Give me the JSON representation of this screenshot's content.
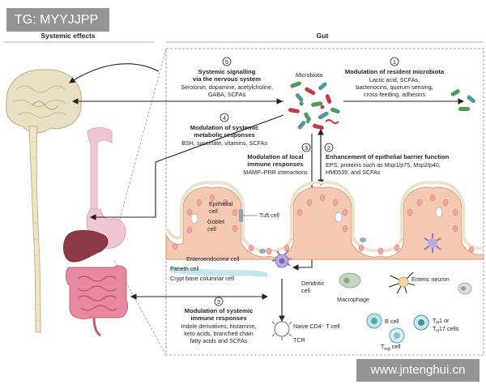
{
  "watermarks": {
    "top_left": "TG: MYYJJPP",
    "bottom_right": "www.jntenghui.cn"
  },
  "headers": {
    "systemic": "Systemic effects",
    "gut": "Gut"
  },
  "microbiota_label": "Microbiota",
  "panel1": {
    "number": "1",
    "title": "Modulation of resident microbiota",
    "lines": [
      "Lactic acid, SCFAs,",
      "bacteriocins, quorum sensing,",
      "cross-feeding, adhesins"
    ]
  },
  "panel2": {
    "number": "2",
    "title": "Enhancement of epithelial barrier function",
    "lines": [
      "EPS, proteins such as Msp1/p75, Msp2/p40,",
      "HM0539, and SCFAs"
    ]
  },
  "panel3a": {
    "number": "3",
    "title_lines": [
      "Modulation of local",
      "immune responses"
    ],
    "lines": [
      "MAMP–PRR interactions"
    ]
  },
  "panel3b": {
    "number": "3",
    "title_lines": [
      "Modulation of systemic",
      "immune responses"
    ],
    "lines": [
      "Indole derivatives, histamine,",
      "keto acids, branched chain",
      "fatty acids and SCFAs"
    ]
  },
  "panel4": {
    "number": "4",
    "title_lines": [
      "Modulation of systemic",
      "metabolic responses"
    ],
    "lines": [
      "BSH, succinate, vitamins, SCFAs"
    ]
  },
  "panel5": {
    "number": "5",
    "title_lines": [
      "Systemic signalling",
      "via the nervous system"
    ],
    "lines": [
      "Serotonin, dopamine, acetylcholine,",
      "GABA, SCFAs"
    ]
  },
  "cell_labels": {
    "epithelial": [
      "Epithelial",
      "cell"
    ],
    "goblet": [
      "Goblet",
      "cell"
    ],
    "tuft": "Tuft cell",
    "enteroendocrine": "Enteroendocrine cell",
    "paneth": "Paneth cell",
    "crypt": "Crypt base columnar cell",
    "dendritic": [
      "Dendritic",
      "cell"
    ],
    "macrophage": "Macrophage",
    "enteric_neuron": "Enteric neuron",
    "naive_t": "Naive CD4⁺ T cell",
    "tcr": "TCR",
    "b_cell": "B cell",
    "treg_main": "T",
    "treg_sub": "reg",
    "treg_tail": "cell",
    "th_line1_main": "T",
    "th_line1_sub": "H",
    "th_line1_tail": "1 or",
    "th_line2_main": "T",
    "th_line2_sub": "H",
    "th_line2_tail": "17 cells"
  },
  "colors": {
    "brain": "#e8e0c2",
    "spine": "#efe6c8",
    "liver": "#8e3a46",
    "intestine": "#dd7a92",
    "epithelium": "#f6c9b3",
    "nucleus": "#f2a7a7",
    "mucus": "#ede3cc",
    "blood": "#b8e0ea",
    "bacteria_green": "#4e9a58",
    "bacteria_red": "#c43a46",
    "bacteria_teal": "#4c9aa0"
  }
}
